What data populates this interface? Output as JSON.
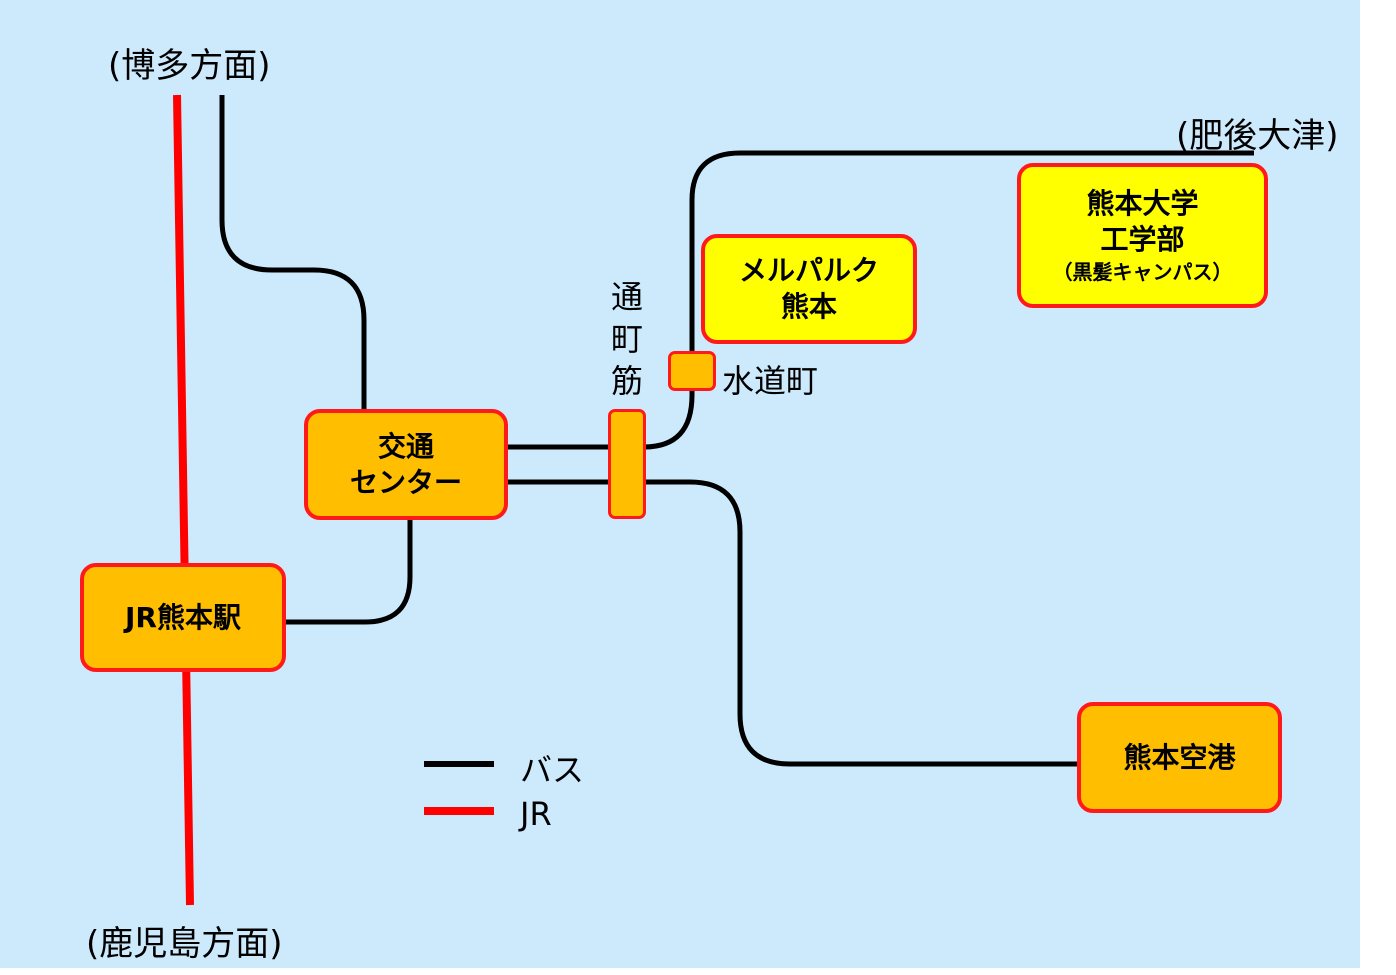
{
  "directions": {
    "hakata": "(博多方面)",
    "kagoshima": "(鹿児島方面)",
    "higo_ozu": "(肥後大津)"
  },
  "stations": {
    "jr_kumamoto": "JR熊本駅",
    "kotsu_center_line1": "交通",
    "kotsu_center_line2": "センター",
    "torichosuji": "通町筋",
    "suidocho_box": "",
    "suidocho": "水道町",
    "melparque_line1": "メルパルク",
    "melparque_line2": "熊本",
    "kumamoto_univ_line1": "熊本大学",
    "kumamoto_univ_line2": "工学部",
    "kumamoto_univ_line3": "（黒髪キャンパス）",
    "airport": "熊本空港"
  },
  "legend": [
    {
      "label": "バス",
      "color": "#000000"
    },
    {
      "label": "JR",
      "color": "#ff0000"
    }
  ],
  "colors": {
    "background": "#cdeafd",
    "station_fill": "#ffbf00",
    "highlight_fill": "#ffff00",
    "border": "#ff1a1a",
    "bus_line": "#000000",
    "jr_line": "#ff0000"
  }
}
